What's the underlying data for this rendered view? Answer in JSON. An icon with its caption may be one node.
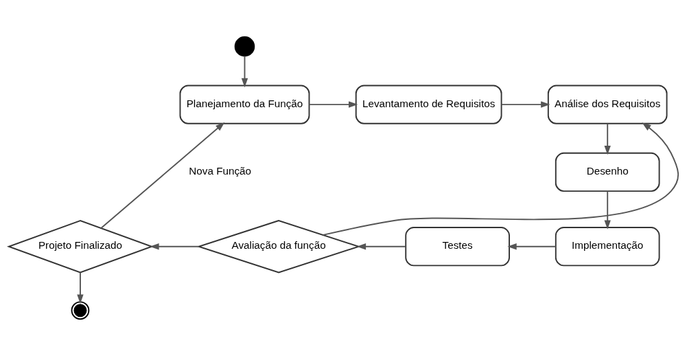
{
  "diagram": {
    "nodes": [
      {
        "text": [],
        "shape": "circle"
      },
      {
        "text": [
          "Planejamento da Função"
        ]
      },
      {
        "text": [
          "Levantamento de Requisitos"
        ]
      },
      {
        "text": [
          "Análise dos Requisitos"
        ]
      },
      {
        "text": [
          "Desenho"
        ]
      },
      {
        "text": [
          "Implementação"
        ]
      },
      {
        "text": [
          "Testes"
        ]
      },
      {
        "text": [
          "Avaliação da função"
        ]
      },
      {
        "text": [
          "Projeto Finalizado"
        ]
      },
      {
        "text": [],
        "shape": "circle"
      }
    ],
    "edges": [
      {
        "from": 0,
        "to": 1,
        "arrow": "to"
      },
      {
        "from": 1,
        "to": 2,
        "arrow": "to"
      },
      {
        "from": 2,
        "to": 3,
        "arrow": "to"
      },
      {
        "from": 3,
        "to": 4,
        "arrow": "to"
      },
      {
        "from": 4,
        "to": 5,
        "arrow": "to"
      },
      {
        "from": 5,
        "to": 6,
        "arrow": "to"
      },
      {
        "from": 6,
        "to": 7,
        "arrow": "to"
      },
      {
        "from": 7,
        "to": 3,
        "arrow": "to"
      },
      {
        "from": 7,
        "to": 8,
        "arrow": "to"
      },
      {
        "from": 8,
        "to": 1,
        "label": "Nova Função",
        "arrow": "to"
      },
      {
        "from": 8,
        "to": 9,
        "arrow": "to"
      }
    ]
  }
}
